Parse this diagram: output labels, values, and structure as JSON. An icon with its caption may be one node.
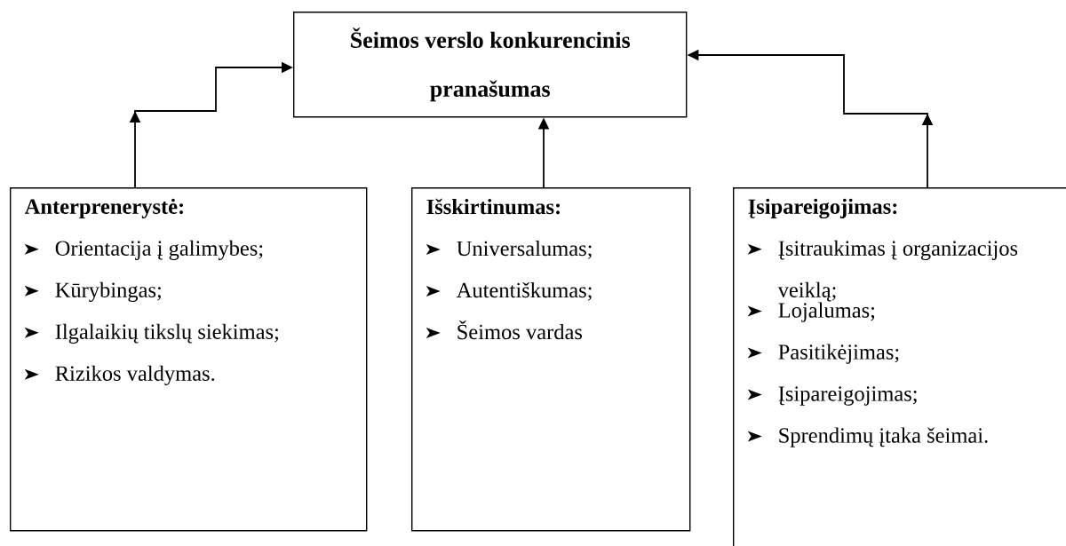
{
  "diagram": {
    "nodes": [
      {
        "text": [
          "Šeimos verslo konkurencinis pranašumas"
        ]
      },
      {
        "text": [
          "Anterprenerystė:",
          "Orientacija į galimybes;",
          "Kūrybingas;",
          "Ilgalaikių tikslų siekimas;",
          "Rizikos valdymas."
        ]
      },
      {
        "text": [
          "Išskirtinumas:",
          "Universalumas;",
          "Autentiškumas;",
          "Šeimos vardas"
        ]
      },
      {
        "text": [
          "Įsipareigojimas:",
          "Įsitraukimas į organizacijos veiklą;",
          "Lojalumas;",
          "Pasitikėjimas;",
          "Įsipareigojimas;",
          "Sprendimų įtaka šeimai."
        ]
      }
    ],
    "edges": [
      {
        "from": 1,
        "to": 0,
        "arrow": "to"
      },
      {
        "from": 2,
        "to": 0,
        "arrow": "to"
      },
      {
        "from": 3,
        "to": 0,
        "arrow": "to"
      }
    ]
  }
}
